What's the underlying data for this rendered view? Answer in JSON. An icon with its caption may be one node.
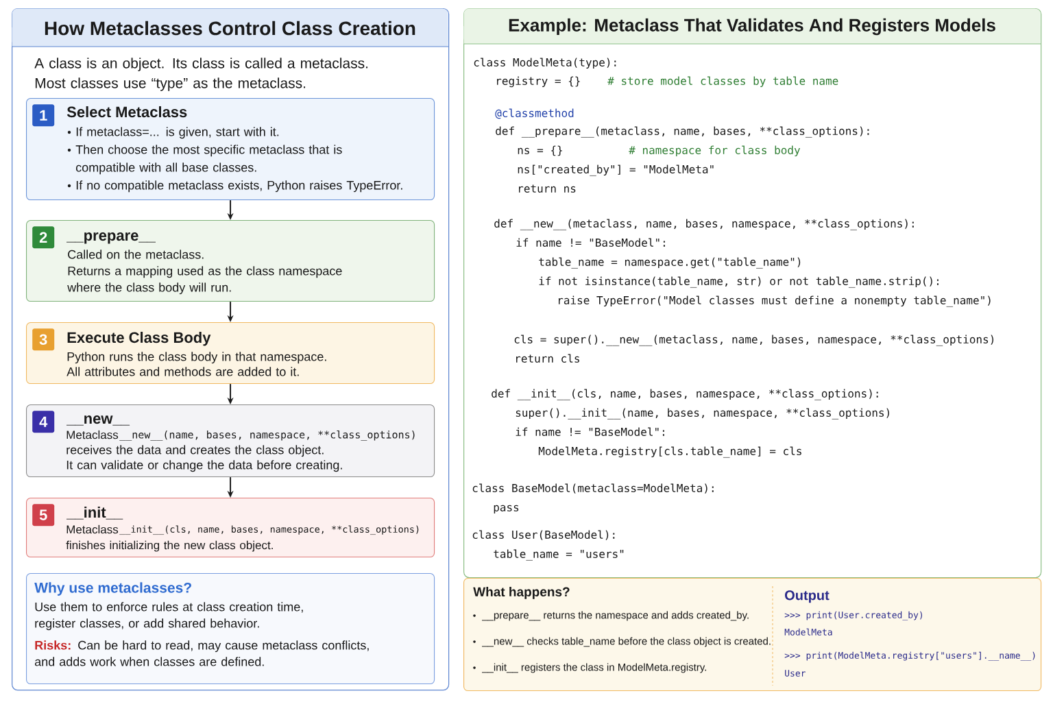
{
  "diagram": {
    "nodes": [
      {
        "text": [
          "How Metaclasses Control Class Creation",
          "A class is an object. Its class is called a metaclass. Most classes use “type” as the metaclass."
        ]
      },
      {
        "text": [
          "1",
          "Select Metaclass",
          "If metaclass=... is given, start with it.",
          "Then choose the most specific metaclass that is compatible with all base classes.",
          "If no compatible metaclass exists, Python raises TypeError."
        ],
        "in": 0
      },
      {
        "text": [
          "2",
          "__prepare__",
          "Called on the metaclass.",
          "Returns a mapping used as the class namespace where the class body will run."
        ],
        "in": 0
      },
      {
        "text": [
          "3",
          "Execute Class Body",
          "Python runs the class body in that namespace.",
          "All attributes and methods are added to it."
        ],
        "in": 0
      },
      {
        "text": [
          "4",
          "__new__",
          "Metaclass",
          "__new__(name, bases, namespace, **class_options)",
          "receives the data and creates the class object.",
          "It can validate or change the data before creating."
        ],
        "in": 0
      },
      {
        "text": [
          "5",
          "__init__",
          "Metaclass",
          "__init__(cls, name, bases, namespace, **class_options)",
          "finishes initializing the new class object."
        ],
        "in": 0
      },
      {
        "text": [
          "Why use metaclasses?",
          "Use them to enforce rules at class creation time, register classes, or add shared behavior.",
          "Risks:",
          "Can be hard to read, may cause metaclass conflicts, and adds work when classes are defined."
        ],
        "in": 0
      },
      {
        "text": [
          "Example: Metaclass That Validates And Registers Models",
          "class ModelMeta(type):",
          "registry = {}",
          "# store model classes by table name",
          "@classmethod",
          "def __prepare__(metaclass, name, bases, **class_options):",
          "ns = {}",
          "# namespace for class body",
          "ns[\"created_by\"] = \"ModelMeta\"",
          "return ns",
          "def __new__(metaclass, name, bases, namespace, **class_options):",
          "if name != \"BaseModel\":",
          "table_name = namespace.get(\"table_name\")",
          "if not isinstance(table_name, str) or not table_name.strip():",
          "raise TypeError(\"Model classes must define a nonempty table_name\")",
          "cls = super().__new__(metaclass, name, bases, namespace, **class_options)",
          "return cls",
          "def __init__(cls, name, bases, namespace, **class_options):",
          "super().__init__(name, bases, namespace, **class_options)",
          "if name != \"BaseModel\":",
          "ModelMeta.registry[cls.table_name] = cls",
          "class BaseModel(metaclass=ModelMeta):",
          "pass",
          "class User(BaseModel):",
          "table_name = \"users\""
        ]
      },
      {
        "text": [
          "What happens?",
          "__prepare__ returns the namespace and adds created_by.",
          "__new__ checks table_name before the class object is created.",
          "__init__ registers the class in ModelMeta.registry.",
          "Output",
          ">>> print(User.created_by)",
          "ModelMeta",
          ">>> print(ModelMeta.registry[\"users\"].__name__)",
          "User"
        ]
      }
    ],
    "edges": [
      {
        "from": 1,
        "to": 2,
        "arrow": "to"
      },
      {
        "from": 2,
        "to": 3,
        "arrow": "to"
      },
      {
        "from": 3,
        "to": 4,
        "arrow": "to"
      },
      {
        "from": 4,
        "to": 5,
        "arrow": "to"
      }
    ]
  }
}
